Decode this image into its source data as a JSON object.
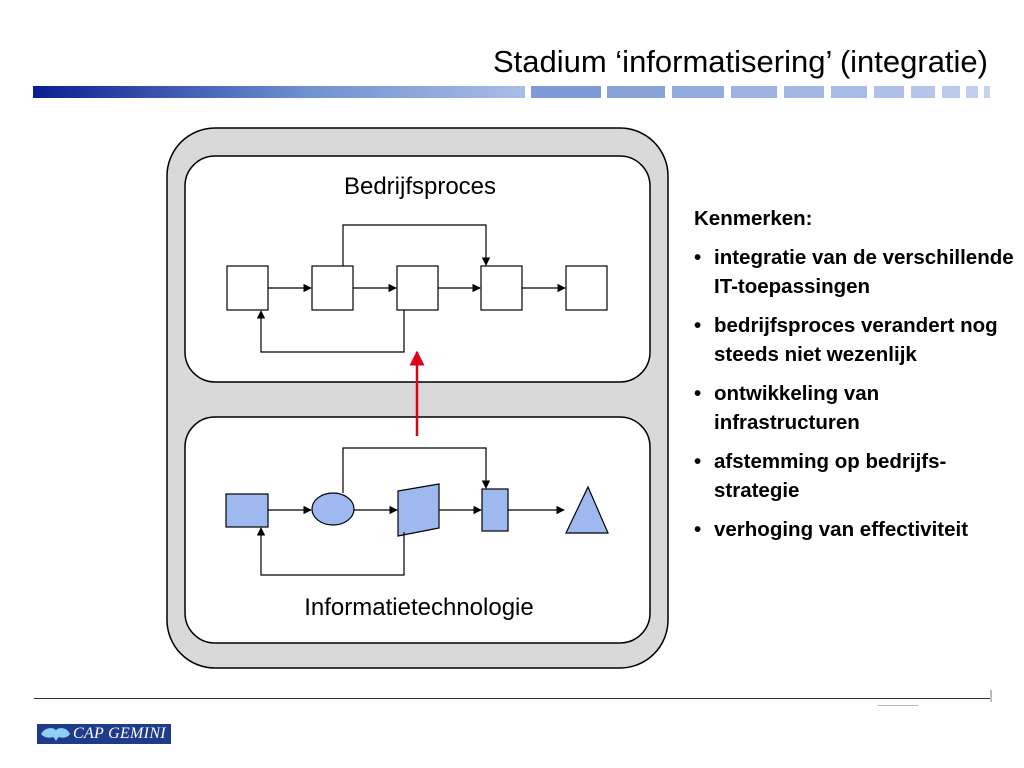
{
  "slide": {
    "title": "Stadium ‘informatisering’ (integratie)"
  },
  "diagram": {
    "top_layer_label": "Bedrijfsproces",
    "bottom_layer_label": "Informatietechnologie",
    "colors": {
      "outer_fill": "#d9d9d9",
      "inner_fill": "#ffffff",
      "it_shape_fill": "#9db9ef",
      "link_arrow": "#e0001a"
    }
  },
  "features": {
    "heading": "Kenmerken:",
    "items": [
      "integratie van de verschillende IT-toepassingen",
      "bedrijfsproces verandert nog steeds niet wezenlijk",
      "ontwikkeling van infrastructuren",
      "afstemming op bedrijfs-strategie",
      "verhoging van effectiviteit"
    ]
  },
  "footer": {
    "logo_text": "CAP GEMINI"
  }
}
